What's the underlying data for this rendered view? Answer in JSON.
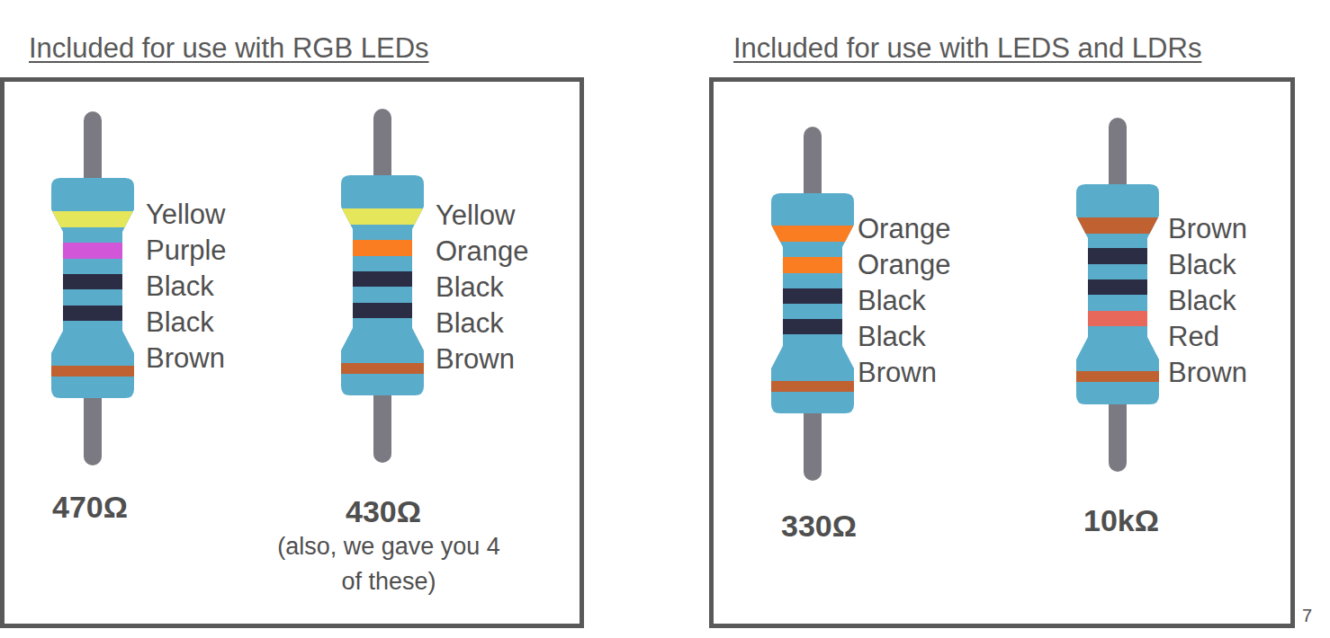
{
  "diagram": {
    "nodes": [
      {
        "text": [
          "Included for use with RGB LEDs"
        ]
      },
      {
        "text": [
          "Included for use with LEDS and LDRs"
        ]
      }
    ],
    "labels": [
      "Yellow",
      "Purple",
      "Black",
      "Black",
      "Brown",
      "470Ω",
      "Yellow",
      "Orange",
      "Black",
      "Black",
      "Brown",
      "430Ω",
      "(also, we gave you 4 of these)",
      "Orange",
      "Orange",
      "Black",
      "Black",
      "Brown",
      "330Ω",
      "Brown",
      "Black",
      "Black",
      "Red",
      "Brown",
      "10kΩ",
      "7"
    ]
  }
}
